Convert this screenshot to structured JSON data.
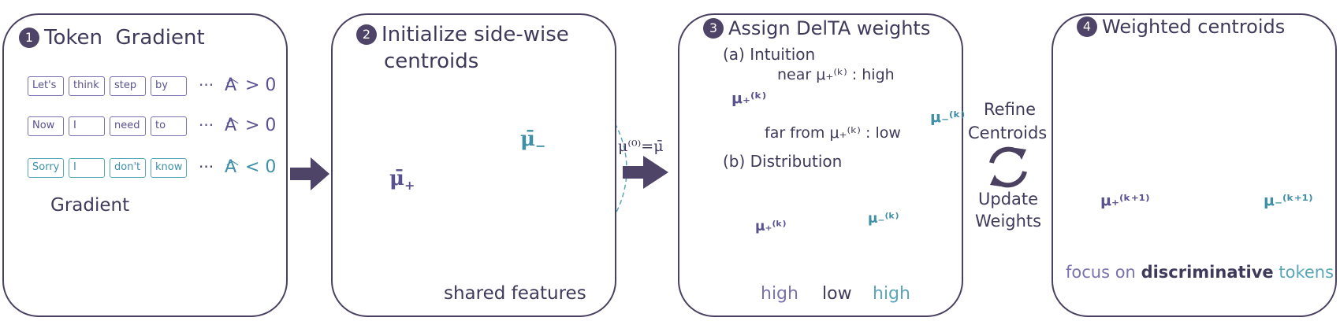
{
  "panel1": {
    "number": "1",
    "title": "Token  Gradient",
    "rows": [
      {
        "tokens": [
          "Let's",
          "think",
          "step",
          "by"
        ],
        "dots": "···",
        "adv": "A",
        "cmp": "> 0"
      },
      {
        "tokens": [
          "Now",
          "I",
          "need",
          "to"
        ],
        "dots": "···",
        "adv": "A",
        "cmp": "> 0"
      },
      {
        "tokens": [
          "Sorry",
          "I",
          "don't",
          "know"
        ],
        "dots": "···",
        "adv": "A",
        "cmp": "< 0"
      }
    ],
    "gradient_label": "Gradient"
  },
  "panel2": {
    "number": "2",
    "title_line1": "Initialize side-wise",
    "title_line2": "centroids",
    "mu_plus": "μ̄",
    "mu_plus_sub": "+",
    "mu_minus": "μ̄",
    "mu_minus_sub": "−",
    "shared_label": "shared features"
  },
  "arrow2_label": "μ⁽⁰⁾=μ̄",
  "panel3": {
    "number": "3",
    "title": "Assign DelTA weights",
    "sub_a": "(a) Intuition",
    "near_label": "near μ₊⁽ᵏ⁾ : high",
    "far_label": "far from μ₊⁽ᵏ⁾ : low",
    "mu_plus_k": "μ₊⁽ᵏ⁾",
    "mu_minus_k": "μ₋⁽ᵏ⁾",
    "sub_b": "(b) Distribution",
    "group_labels": [
      "high",
      "low",
      "high"
    ]
  },
  "cycle": {
    "top_line1": "Refine",
    "top_line2": "Centroids",
    "bottom_line1": "Update",
    "bottom_line2": "Weights"
  },
  "panel4": {
    "number": "4",
    "title": "Weighted centroids",
    "mu_plus_k1": "μ₊⁽ᵏ⁺¹⁾",
    "mu_minus_k1": "μ₋⁽ᵏ⁺¹⁾",
    "footer_pre": "focus on",
    "footer_bold": "discriminative",
    "footer_post": "tokens"
  },
  "colors": {
    "purple": "#7a72b0",
    "teal": "#5aa6b6",
    "dark": "#4a4060"
  }
}
